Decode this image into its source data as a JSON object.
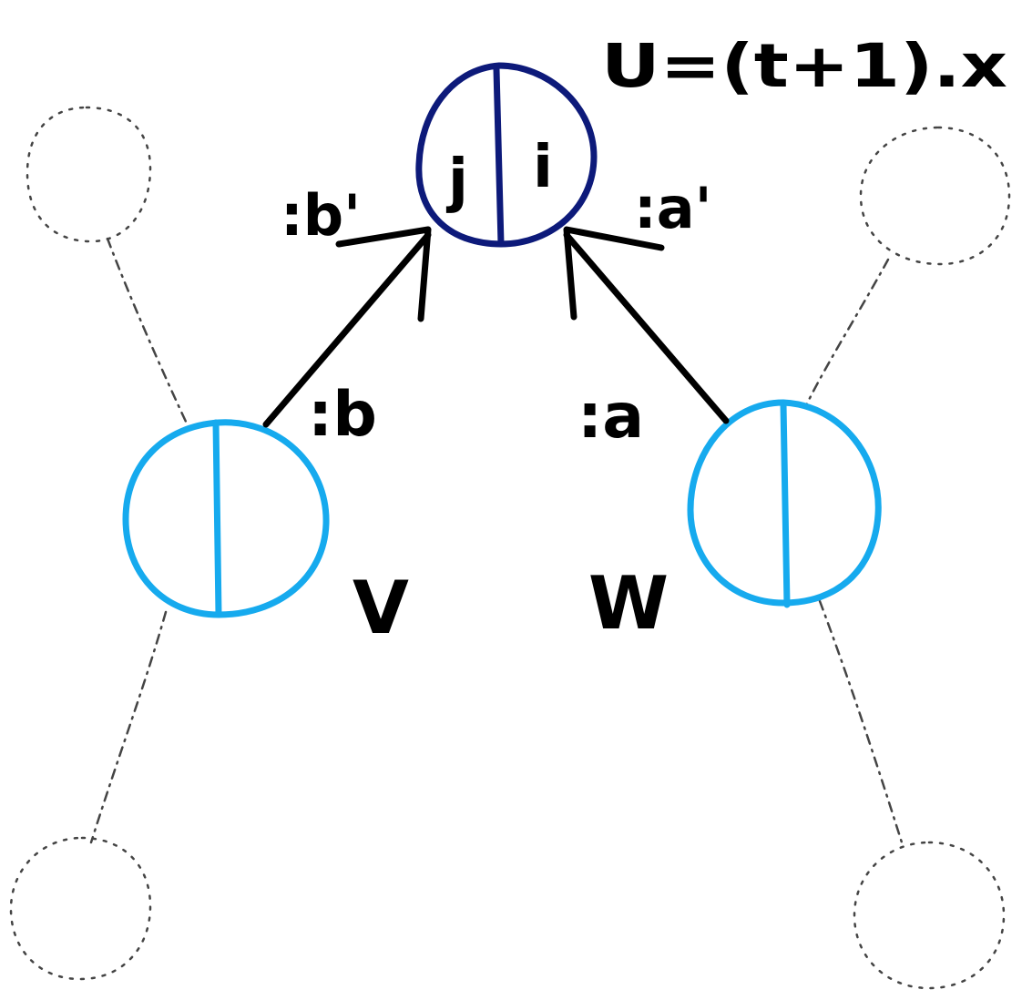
{
  "title_formula": "U=(t+1).x",
  "node_u": {
    "left_label": "j",
    "right_label": "i",
    "color": "#0d1a7a"
  },
  "node_v": {
    "name": "V",
    "color": "#16aaee"
  },
  "node_w": {
    "name": "W",
    "color": "#16aaee"
  },
  "edge_labels": {
    "b_prime": ":b'",
    "a_prime": ":a'",
    "b": ":b",
    "a": ":a"
  },
  "ghost_color": "#444444"
}
